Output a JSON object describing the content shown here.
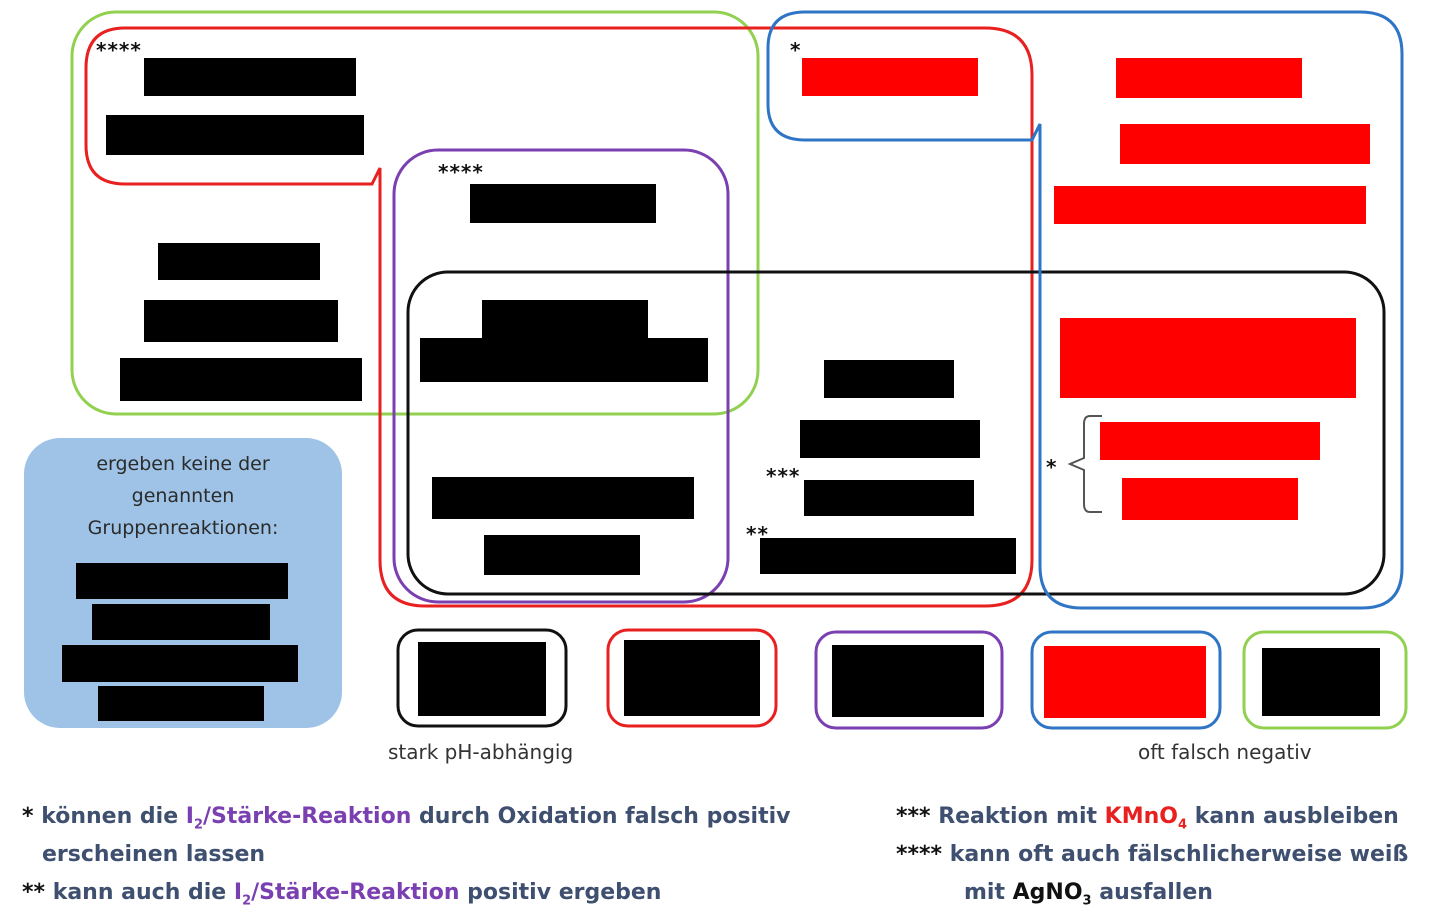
{
  "colors": {
    "green": "#92d050",
    "red": "#e82020",
    "blue": "#2e75c6",
    "purple": "#7a3fb0",
    "black": "#111111",
    "fill_red": "#ff0000",
    "fill_black": "#000000",
    "note_text": "#3f4f6f",
    "lightblue_box": "#9ec3e6"
  },
  "markers": {
    "m_top_left": "****",
    "m_purple": "****",
    "m_blue": "*",
    "m_three": "***",
    "m_two": "**",
    "m_bracket": "*"
  },
  "no_reaction_box": {
    "line1": "ergeben keine der",
    "line2": "genannten",
    "line3": "Gruppenreaktionen:"
  },
  "legend_labels": {
    "black_box": "stark pH-abhängig",
    "green_box": "oft falsch negativ"
  },
  "footnotes": {
    "f1_star": "*",
    "f1_a": "können die ",
    "f1_i2": "I",
    "f1_sub2": "2",
    "f1_b": "/Stärke-Reaktion",
    "f1_c": " durch Oxidation falsch positiv",
    "f1_d": "erscheinen lassen",
    "f2_star": "**",
    "f2_a": "kann auch die ",
    "f2_i2": "I",
    "f2_sub2": "2",
    "f2_b": "/Stärke-Reaktion",
    "f2_c": " positiv ergeben",
    "f3_star": "***",
    "f3_a": "Reaktion mit ",
    "f3_kmno": "KMnO",
    "f3_sub4": "4",
    "f3_b": " kann ausbleiben",
    "f4_star": "****",
    "f4_a": "kann oft auch fälschlicherweise weiß",
    "f4_b": "mit ",
    "f4_agno": "AgNO",
    "f4_sub3": "3",
    "f4_c": " ausfallen"
  }
}
